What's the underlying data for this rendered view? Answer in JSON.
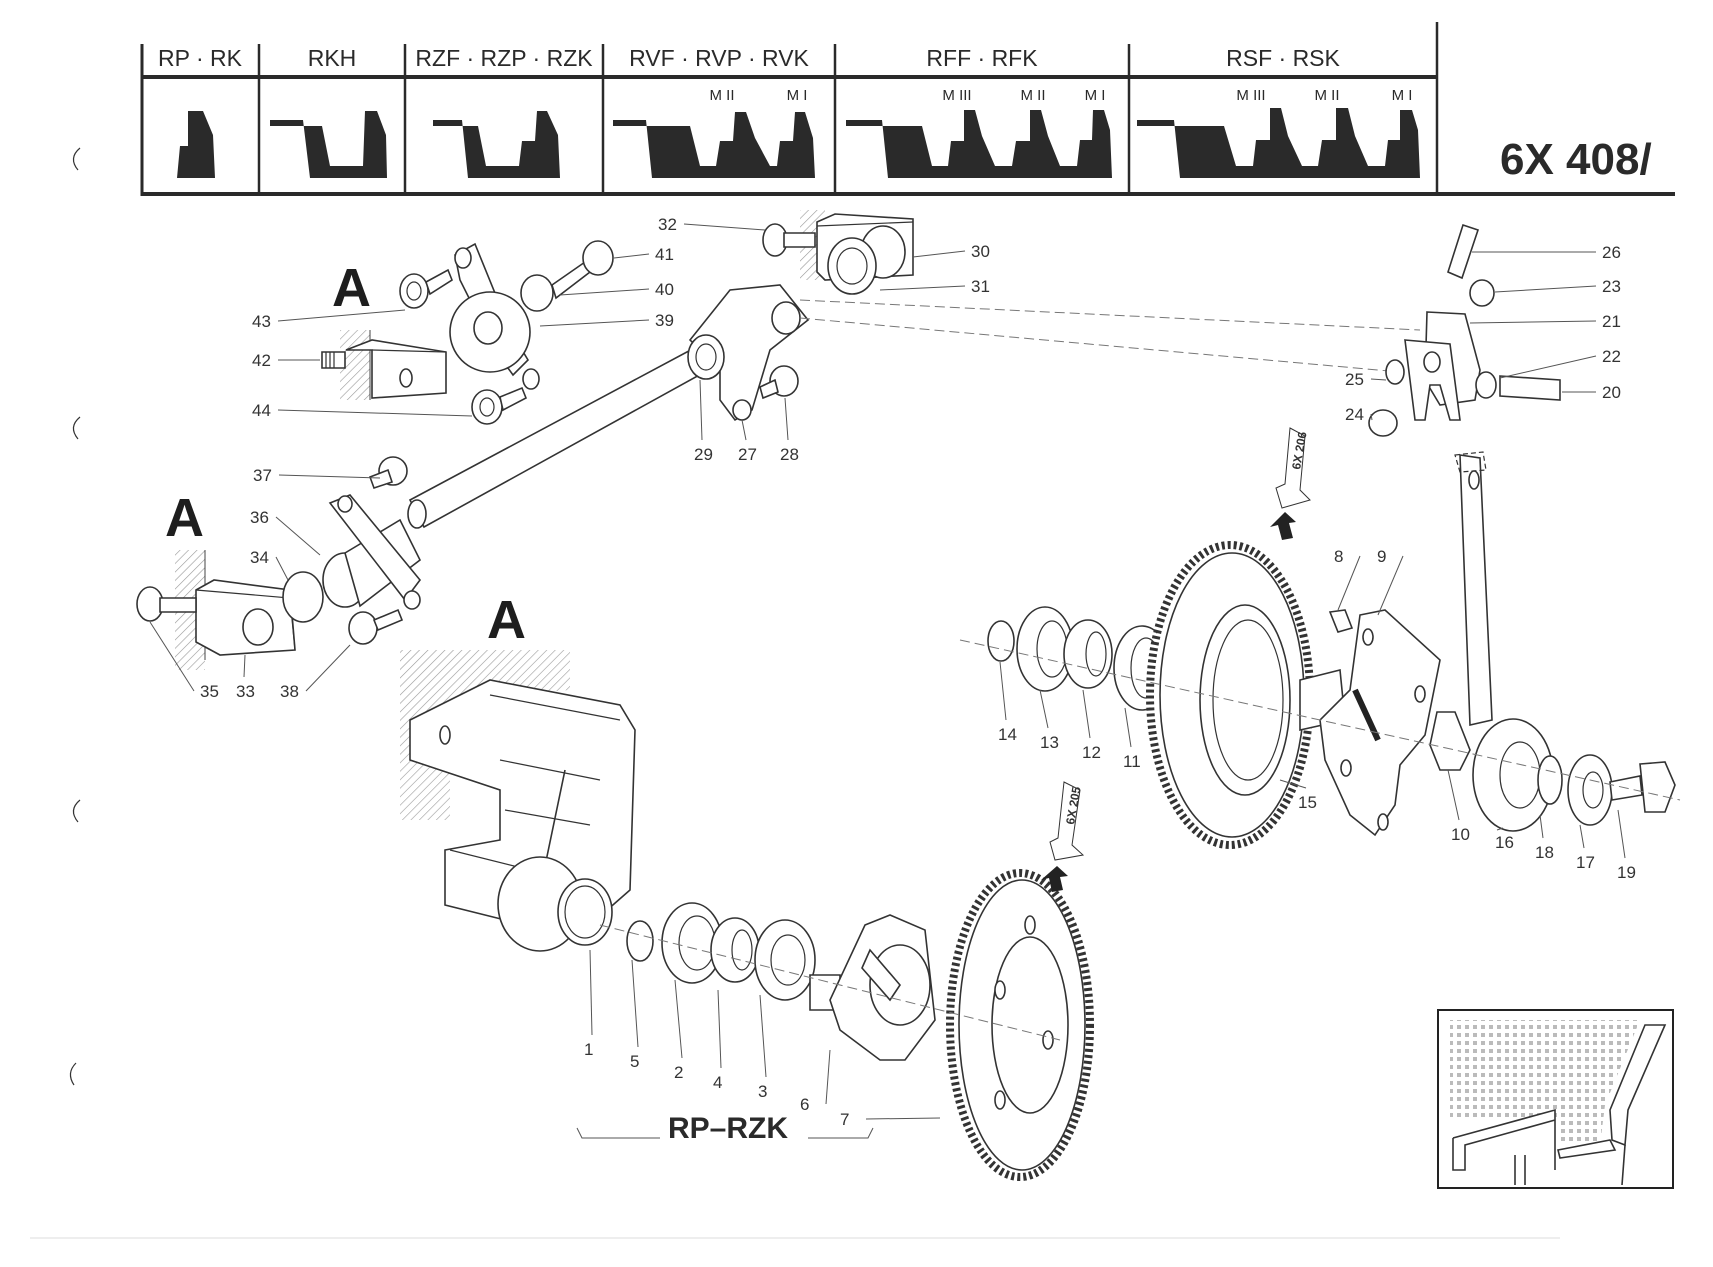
{
  "document": {
    "page_code": "6X 408/",
    "header_table": {
      "columns": [
        {
          "label": "RP · RK",
          "modules": []
        },
        {
          "label": "RKH",
          "modules": []
        },
        {
          "label": "RZF · RZP · RZK",
          "modules": []
        },
        {
          "label": "RVF · RVP · RVK",
          "modules": [
            "M II",
            "M I"
          ]
        },
        {
          "label": "RFF · RFK",
          "modules": [
            "M III",
            "M II",
            "M I"
          ]
        },
        {
          "label": "RSF · RSK",
          "modules": [
            "M III",
            "M II",
            "M I"
          ]
        }
      ]
    },
    "detail_marker": "A",
    "group_label": "RP–RZK",
    "cross_references": [
      {
        "label": "6X 206"
      },
      {
        "label": "6X 205"
      }
    ],
    "callouts": [
      "1",
      "2",
      "3",
      "4",
      "5",
      "6",
      "7",
      "8",
      "9",
      "10",
      "11",
      "12",
      "13",
      "14",
      "15",
      "16",
      "17",
      "18",
      "19",
      "20",
      "21",
      "22",
      "23",
      "24",
      "25",
      "26",
      "27",
      "28",
      "29",
      "30",
      "31",
      "32",
      "33",
      "34",
      "35",
      "36",
      "37",
      "38",
      "39",
      "40",
      "41",
      "42",
      "43",
      "44"
    ]
  }
}
